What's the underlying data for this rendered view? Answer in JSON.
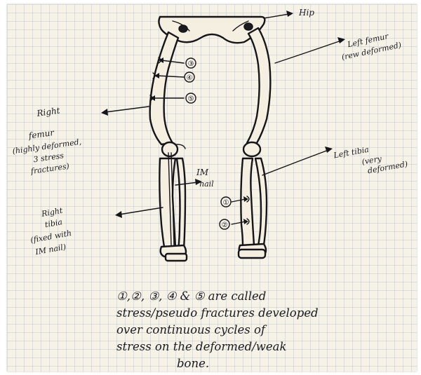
{
  "labels": {
    "hip": "Hip",
    "left_femur": [
      "Left femur",
      "(rew deformed)"
    ],
    "right_femur": [
      "Right",
      "femur",
      "(highly deformed,",
      "3 stress",
      "fractures)"
    ],
    "left_tibia": [
      "Left tibia",
      "(very",
      "deformed)"
    ],
    "im_nail": [
      "IM",
      "nail"
    ],
    "right_tibia": [
      "Right",
      "tibia",
      "(fixed with",
      "IM nail)"
    ]
  },
  "fracture_markers": {
    "femur": [
      "③",
      "④",
      "⑤"
    ],
    "tibia": [
      "①",
      "②"
    ]
  },
  "note": {
    "lines": [
      "①,②, ③, ④ & ⑤ are called",
      "stress/pseudo fractures developed",
      "over continuous cycles of",
      "stress on the deformed/weak",
      "bone."
    ]
  },
  "colors": {
    "paper": "#f7f2e6",
    "ink": "#15151a"
  }
}
